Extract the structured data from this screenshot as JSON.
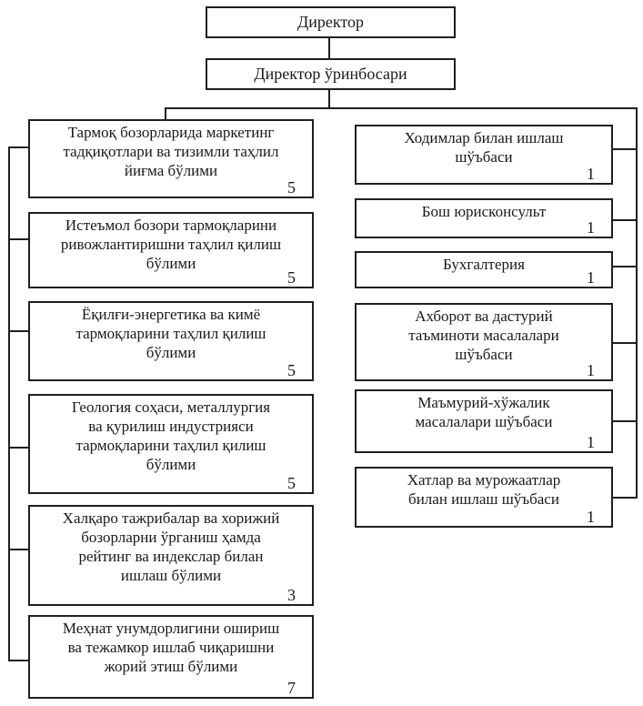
{
  "chart": {
    "director": {
      "label": "Директор"
    },
    "deputy": {
      "label": "Директор ўринбосари"
    },
    "left_departments": [
      {
        "label": "Тармоқ бозорларида маркетинг\nтадқиқотлари ва тизимли таҳлил\nйиғма бўлими",
        "count": "5"
      },
      {
        "label": "Истеъмол бозори тармоқларини\nривожлантиришни таҳлил қилиш\nбўлими",
        "count": "5"
      },
      {
        "label": "Ёқилғи-энергетика ва кимё\nтармоқларини таҳлил қилиш\nбўлими",
        "count": "5"
      },
      {
        "label": "Геология соҳаси, металлургия\nва қурилиш индустрияси\nтармоқларини таҳлил қилиш\nбўлими",
        "count": "5"
      },
      {
        "label": "Халқаро тажрибалар ва хорижий\nбозорларни ўрганиш ҳамда\nрейтинг ва индекслар билан\nишлаш бўлими",
        "count": "3"
      },
      {
        "label": "Меҳнат унумдорлигини ошириш\nва тежамкор ишлаб чиқаришни\nжорий этиш бўлими",
        "count": "7"
      }
    ],
    "right_departments": [
      {
        "label": "Ходимлар билан ишлаш\nшўъбаси",
        "count": "1"
      },
      {
        "label": "Бош юрисконсульт",
        "count": "1"
      },
      {
        "label": "Бухгалтерия",
        "count": "1"
      },
      {
        "label": "Ахборот ва дастурий\nтаъминоти масалалари\nшўъбаси",
        "count": "1"
      },
      {
        "label": "Маъмурий-хўжалик\nмасалалари шўъбаси",
        "count": "1"
      },
      {
        "label": "Хатлар ва мурожаатлар\nбилан ишлаш шўъбаси",
        "count": "1"
      }
    ],
    "colors": {
      "line": "#1f1f1f",
      "background": "#ffffff",
      "text": "#1a1a1a"
    }
  }
}
